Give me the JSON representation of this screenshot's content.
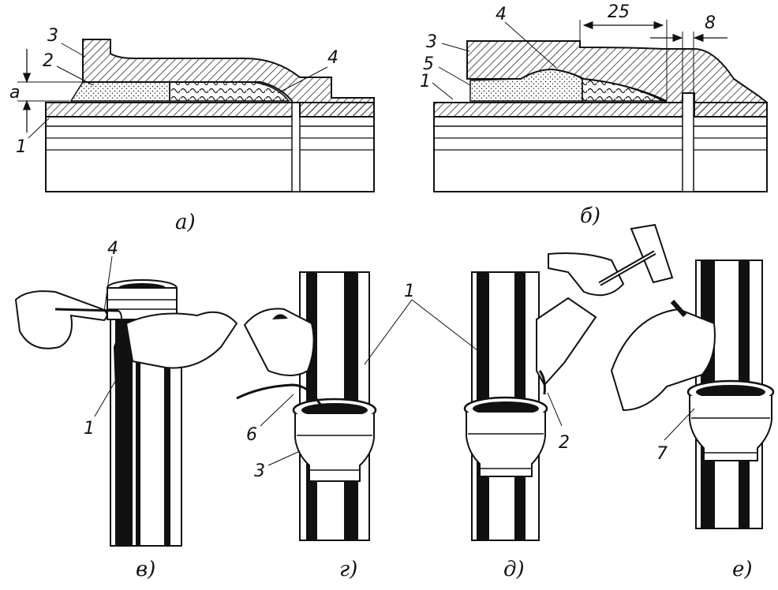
{
  "panels": {
    "a": {
      "caption": "а)",
      "labels": {
        "l3": "3",
        "l2": "2",
        "l1": "1",
        "l4": "4",
        "la": "a"
      }
    },
    "b": {
      "caption": "б)",
      "labels": {
        "l3": "3",
        "l4": "4",
        "l5": "5",
        "l1": "1"
      },
      "dims": {
        "d25": "25",
        "d8": "8"
      }
    },
    "v": {
      "caption": "в)",
      "labels": {
        "l4": "4",
        "l1": "1"
      }
    },
    "g": {
      "caption": "г)",
      "labels": {
        "l6": "6",
        "l3": "3"
      }
    },
    "d": {
      "caption": "д)",
      "labels": {
        "l1": "1",
        "l2": "2"
      }
    },
    "e": {
      "caption": "е)",
      "labels": {
        "l7": "7"
      }
    }
  },
  "colors": {
    "ink": "#111111",
    "paper": "#ffffff"
  }
}
